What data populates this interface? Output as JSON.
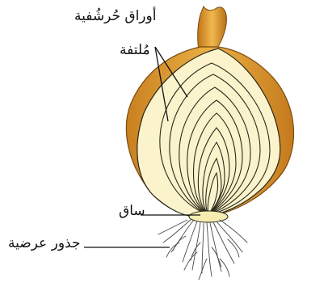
{
  "labels": {
    "leaves_line1": "أوراق حُرشُفية",
    "leaves_line2": "مُلتفة",
    "stem": "ساق",
    "roots": "جذور عرضية"
  },
  "colors": {
    "outer_skin": "#e3a335",
    "outer_dark": "#b9731a",
    "flesh": "#fbf3cc",
    "ring_line": "#2a2a1a",
    "neck": "#e7a93f",
    "basal_plate": "#f6ecb2",
    "roots": "#4a4a4a",
    "leader": "#111111"
  }
}
